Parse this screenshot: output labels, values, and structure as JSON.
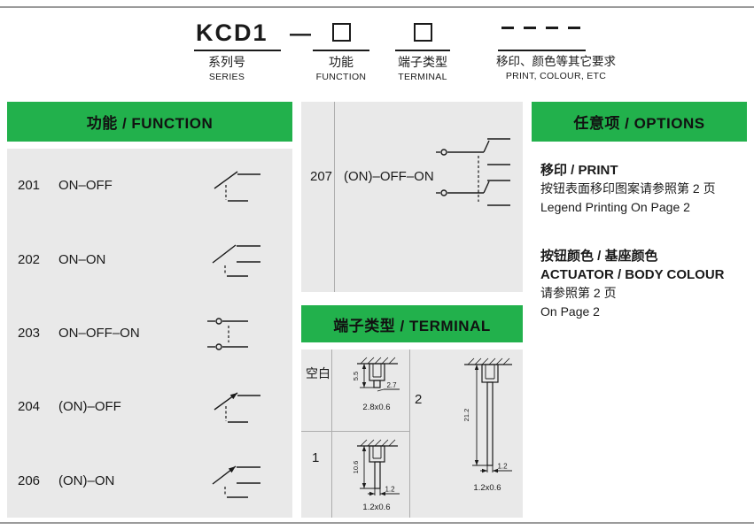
{
  "colors": {
    "header_green": "#22b14c",
    "panel_gray": "#e9e9e9"
  },
  "order_code": {
    "series": "KCD1",
    "series_cn": "系列号",
    "series_en": "SERIES",
    "dash": "—",
    "function_cn": "功能",
    "function_en": "FUNCTION",
    "terminal_cn": "端子类型",
    "terminal_en": "TERMINAL",
    "options_cn": "移印、颜色等其它要求",
    "options_en": "PRINT, COLOUR, ETC"
  },
  "function_section": {
    "title": "功能 / FUNCTION",
    "rows": [
      {
        "code": "201",
        "label": "ON–OFF"
      },
      {
        "code": "202",
        "label": "ON–ON"
      },
      {
        "code": "203",
        "label": "ON–OFF–ON"
      },
      {
        "code": "204",
        "label": "(ON)–OFF"
      },
      {
        "code": "206",
        "label": "(ON)–ON"
      }
    ],
    "row_207": {
      "code": "207",
      "label": "(ON)–OFF–ON"
    }
  },
  "terminal_section": {
    "title": "端子类型 / TERMINAL",
    "cells": [
      {
        "code": "空白",
        "dim_height": "5.5",
        "dim_width": "2.7",
        "dim_cross": "2.8x0.6"
      },
      {
        "code": "1",
        "dim_height": "10.6",
        "dim_width": "1.2",
        "dim_cross": "1.2x0.6"
      },
      {
        "code": "2",
        "dim_height": "21.2",
        "dim_width": "1.2",
        "dim_cross": "1.2x0.6"
      }
    ]
  },
  "options_section": {
    "title": "任意项 / OPTIONS",
    "print_heading": "移印 / PRINT",
    "print_line1": "按钮表面移印图案请参照第 2 页",
    "print_line2": "Legend Printing On Page 2",
    "colour_heading1": "按钮颜色 / 基座颜色",
    "colour_heading2": "ACTUATOR / BODY COLOUR",
    "colour_line1": "请参照第 2 页",
    "colour_line2": "On Page 2"
  }
}
